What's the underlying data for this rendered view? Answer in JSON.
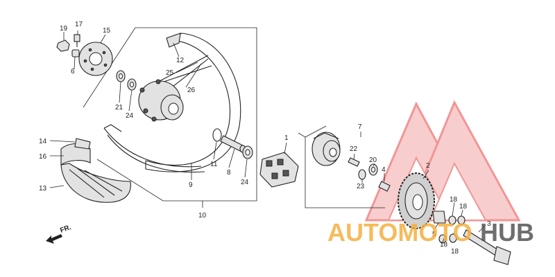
{
  "diagram": {
    "callouts": [
      {
        "id": "19",
        "text": "19"
      },
      {
        "id": "17",
        "text": "17"
      },
      {
        "id": "15",
        "text": "15"
      },
      {
        "id": "6a",
        "text": "6"
      },
      {
        "id": "12",
        "text": "12"
      },
      {
        "id": "25",
        "text": "25"
      },
      {
        "id": "26",
        "text": "26"
      },
      {
        "id": "21",
        "text": "21"
      },
      {
        "id": "24a",
        "text": "24"
      },
      {
        "id": "14",
        "text": "14"
      },
      {
        "id": "16",
        "text": "16"
      },
      {
        "id": "13",
        "text": "13"
      },
      {
        "id": "11",
        "text": "11"
      },
      {
        "id": "8",
        "text": "8"
      },
      {
        "id": "24b",
        "text": "24"
      },
      {
        "id": "9",
        "text": "9"
      },
      {
        "id": "10",
        "text": "10"
      },
      {
        "id": "1",
        "text": "1"
      },
      {
        "id": "7",
        "text": "7"
      },
      {
        "id": "22",
        "text": "22"
      },
      {
        "id": "20",
        "text": "20"
      },
      {
        "id": "23",
        "text": "23"
      },
      {
        "id": "4",
        "text": "4"
      },
      {
        "id": "2",
        "text": "2"
      },
      {
        "id": "18a",
        "text": "18"
      },
      {
        "id": "18b",
        "text": "18"
      },
      {
        "id": "3",
        "text": "3"
      },
      {
        "id": "5",
        "text": "5"
      },
      {
        "id": "18c",
        "text": "18"
      },
      {
        "id": "18d",
        "text": "18"
      }
    ],
    "direction_label": "FR."
  },
  "watermark": {
    "text_part1": "AUTOMOTO",
    "text_part2": "HUB",
    "color_part1": "#f5b041",
    "color_part2": "#555555",
    "triangle_color": "#e84040"
  }
}
